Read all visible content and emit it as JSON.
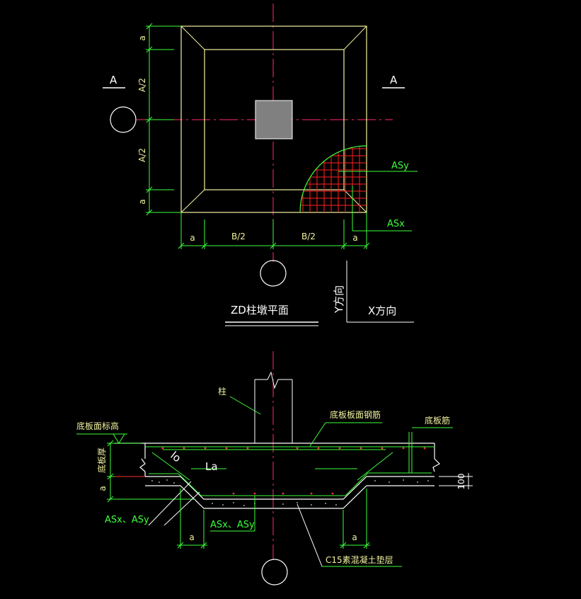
{
  "plan": {
    "section_mark_left": "A",
    "section_mark_right": "A",
    "dim_left_top": "a",
    "dim_left_upper_half": "A/2",
    "dim_left_lower_half": "A/2",
    "dim_left_bottom": "a",
    "dim_bottom_left": "a",
    "dim_bottom_half_left": "B/2",
    "dim_bottom_half_right": "B/2",
    "dim_bottom_right": "a",
    "rebar_y_label": "ASy",
    "rebar_x_label": "ASx",
    "title": "ZD柱墩平面",
    "axis_y_label": "Y方向",
    "axis_x_label": "X方向"
  },
  "section": {
    "column_label": "柱",
    "top_bar_label": "底板板面钢筋",
    "slab_bar_label": "底板筋",
    "slab_top_elev_label": "底板面标高",
    "slab_thickness_label": "底板厚",
    "dim_a_left": "a",
    "anchor_lo": "lo",
    "anchor_la": "La",
    "bottom_bars_left": "ASx、ASy",
    "bottom_bars_center": "ASx、ASy",
    "dim_a_bottom_left": "a",
    "dim_a_bottom_right": "a",
    "cushion_label": "C15素混凝土垫层",
    "cushion_thickness": "100"
  },
  "colors": {
    "background": "#000000",
    "outline": "#f2f2a0",
    "dimension": "#3cff3c",
    "axis": "#ff2a6a",
    "rebar_grid": "#ff2020",
    "text": "#ffffff",
    "column_fill": "#808080"
  }
}
